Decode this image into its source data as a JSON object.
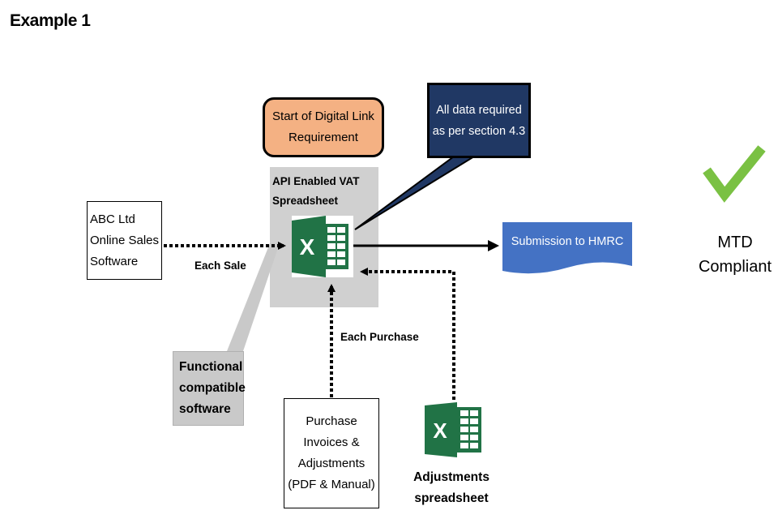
{
  "page": {
    "title": "Example 1"
  },
  "nodes": {
    "abc_software": {
      "lines": [
        "ABC Ltd",
        "Online Sales",
        "Software"
      ]
    },
    "digital_link": {
      "lines": [
        "Start of Digital Link",
        "Requirement"
      ]
    },
    "data_required": {
      "lines": [
        "All data required",
        "as per section 4.3"
      ]
    },
    "api_spreadsheet": {
      "lines": [
        "API Enabled VAT",
        "Spreadsheet"
      ]
    },
    "submission": {
      "label": "Submission to HMRC"
    },
    "functional_software": {
      "lines": [
        "Functional",
        "compatible",
        "software"
      ]
    },
    "purchase_invoices": {
      "lines": [
        "Purchase",
        "Invoices &",
        "Adjustments",
        "(PDF & Manual)"
      ]
    },
    "adjustments_spreadsheet": {
      "lines": [
        "Adjustments",
        "spreadsheet"
      ]
    },
    "mtd": {
      "lines": [
        "MTD",
        "Compliant"
      ],
      "icon": "checkmark-icon"
    }
  },
  "edges": {
    "each_sale": "Each Sale",
    "each_purchase": "Each Purchase"
  },
  "colors": {
    "orange_box": "#f4b183",
    "dark_callout": "#203864",
    "submission_blue": "#4472c4",
    "excel_green": "#217346",
    "check_green": "#7ac143",
    "gray_panel": "#c9c9c9"
  }
}
